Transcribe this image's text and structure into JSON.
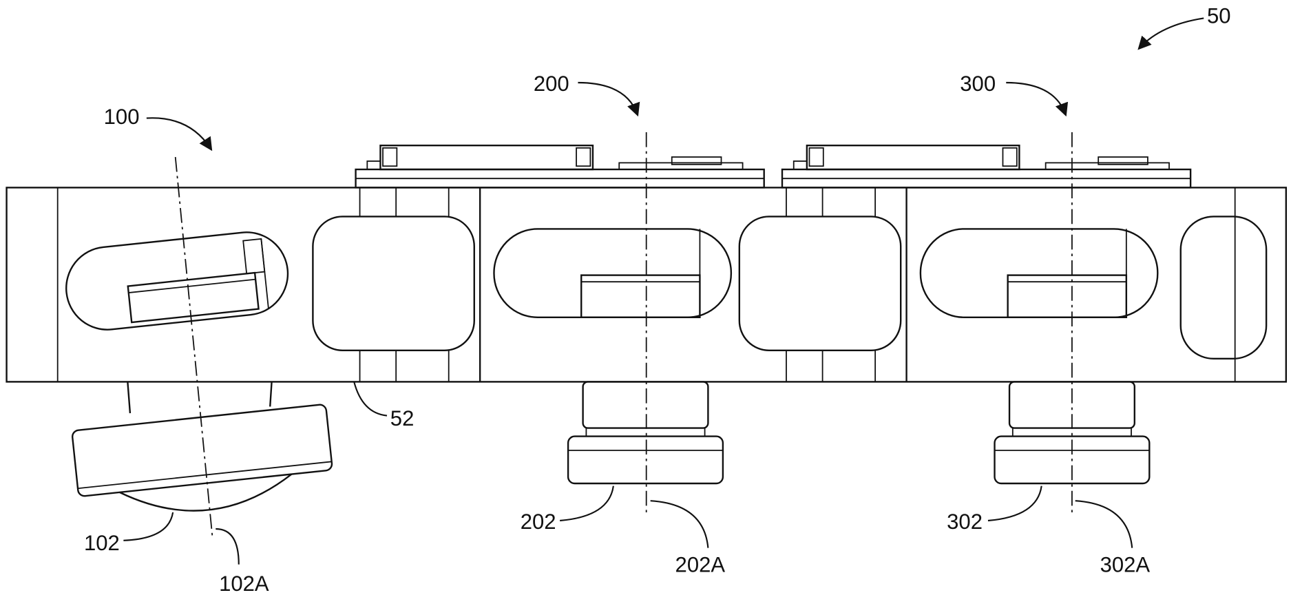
{
  "figure": {
    "labels": {
      "assembly": "50",
      "station_1": "100",
      "station_2": "200",
      "station_3": "300",
      "rail": "52",
      "tool_1": "102",
      "axis_1": "102A",
      "tool_2": "202",
      "axis_2": "202A",
      "tool_3": "302",
      "axis_3": "302A"
    }
  }
}
